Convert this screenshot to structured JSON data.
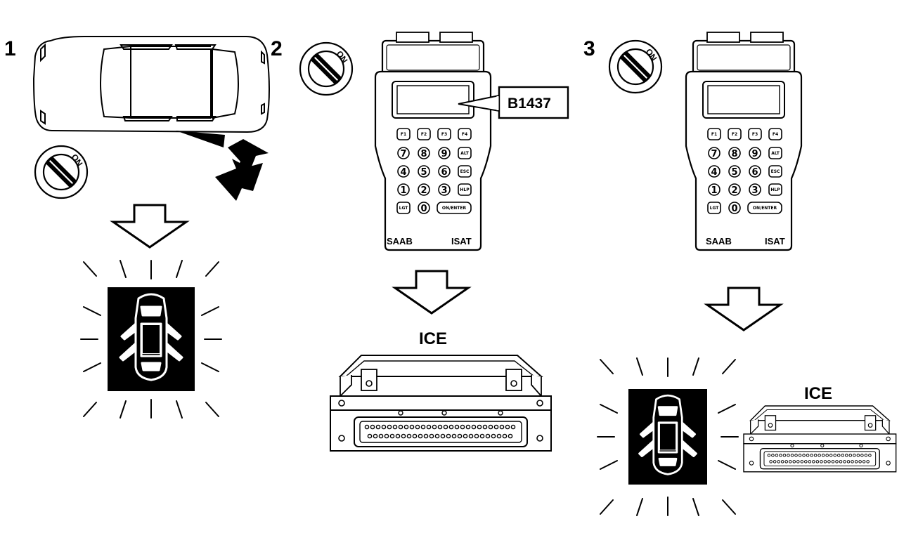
{
  "steps": {
    "one": "1",
    "two": "2",
    "three": "3"
  },
  "ignition": {
    "on_label": "ON"
  },
  "tester": {
    "brand_left": "SAAB",
    "brand_right": "ISAT",
    "keys": {
      "f1": "F1",
      "f2": "F2",
      "f3": "F3",
      "f4": "F4",
      "k7": "7",
      "k8": "8",
      "k9": "9",
      "alt": "ALT",
      "k4": "4",
      "k5": "5",
      "k6": "6",
      "esc": "ESC",
      "k1": "1",
      "k2": "2",
      "k3": "3",
      "hlp": "HLP",
      "lgt": "LGT",
      "k0": "0",
      "enter": "ON/ENTER"
    }
  },
  "callout": {
    "code": "B1437"
  },
  "ice": {
    "label_step2": "ICE",
    "label_step3": "ICE"
  }
}
